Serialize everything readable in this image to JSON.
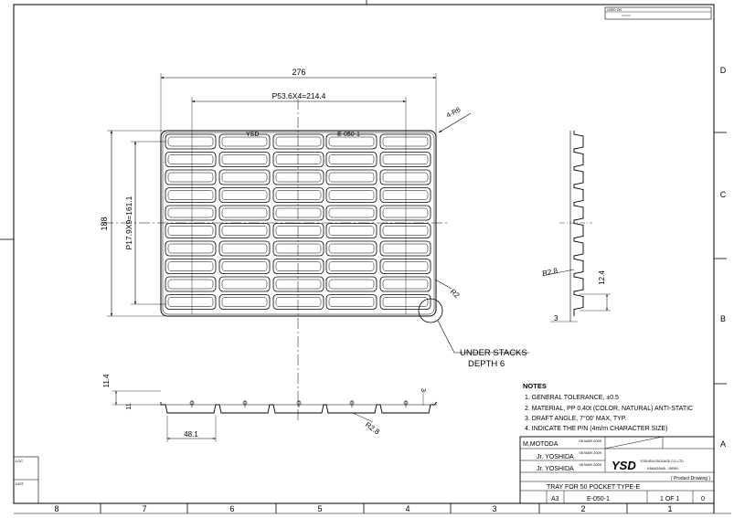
{
  "dims": {
    "overall_width": "276",
    "pitch_x": "P53.6X4=214.4",
    "corner_radius": "4-R6",
    "overall_height": "188",
    "pitch_y": "P17.9X9=161.1",
    "radius_small": "R2",
    "bottom_depth": "11.4",
    "bottom_11": "11",
    "bottom_pitch": "48.1",
    "bottom_radius": "R2.8",
    "bottom_3": "3",
    "side_radius": "R2.8",
    "side_height": "12.4",
    "side_3": "3"
  },
  "tray_marks": {
    "brand": "YSD",
    "part": "E-050-1"
  },
  "callout": {
    "line1": "UNDER STACKS",
    "line2": "DEPTH 6"
  },
  "notes": {
    "title": "NOTES",
    "items": [
      "1. GENERAL TOLERANCE, ±0.5",
      "2. MATERIAL, PP 0.40t (COLOR, NATURAL) ANTI-STATIC",
      "3. DRAFT ANGLE, 7°00' MAX, TYP.",
      "4. INDICATE THE P/N (4m/m CHARACTER SIZE)"
    ]
  },
  "title_block": {
    "designer": "M,MOTODA",
    "date1": "08 MAR 2009",
    "checker": "Jr. YOSHIDA",
    "date2": "08 MAR 2009",
    "approver": "Jr. YOSHIDA",
    "date3": "08 MAR 2009",
    "logo": "YSD",
    "company": "YOSHIDA PACKAGE CO.,LTD",
    "location": "KANAGAWA , JAPAN",
    "drawing_type": "( Product Drawing )",
    "title": "TRAY FOR 50 POCKET TYPE-E",
    "size": "A3",
    "dwg_no": "E-050-1",
    "sheet": "1 OF 1",
    "rev": "0"
  },
  "top_box": {
    "label": "USED ON"
  },
  "left_boxes": {
    "top": "LOC",
    "bottom": "DIST"
  },
  "zones": {
    "bottom": [
      "8",
      "7",
      "6",
      "5",
      "4",
      "3",
      "2",
      "1"
    ],
    "right": [
      "D",
      "C",
      "B",
      "A"
    ]
  }
}
